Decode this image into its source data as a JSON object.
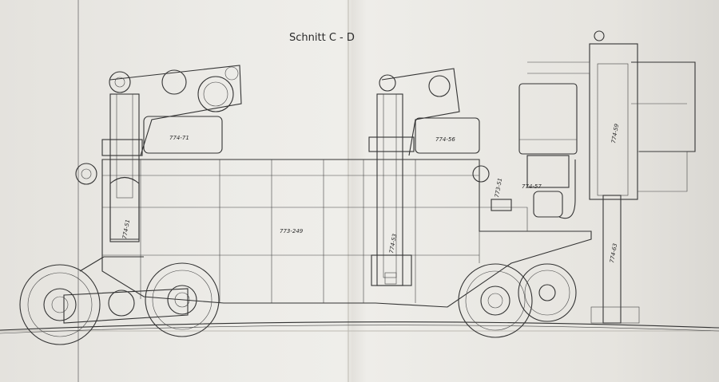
{
  "drawing": {
    "title": "Schnitt C - D",
    "part_labels": {
      "p1": "774-71",
      "p2": "774-56",
      "p3": "773-249",
      "p4": "774-51",
      "p5": "774-53",
      "p6": "774-57",
      "p7": "773-51",
      "p8": "774-59",
      "p9": "774-63"
    }
  }
}
